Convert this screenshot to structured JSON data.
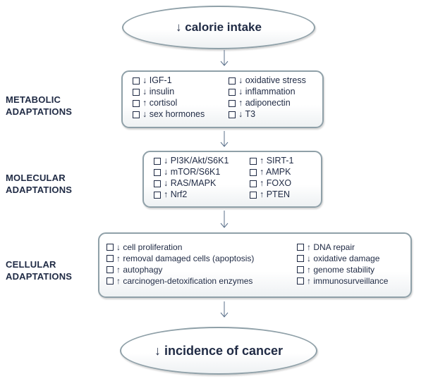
{
  "top_node": "↓ calorie intake",
  "bottom_node": "↓ incidence of cancer",
  "sections": {
    "metabolic": {
      "label": [
        "METABOLIC",
        "ADAPTATIONS"
      ],
      "left": [
        "↓ IGF-1",
        "↓ insulin",
        "↑ cortisol",
        "↓ sex hormones"
      ],
      "right": [
        "↓ oxidative stress",
        "↓ inflammation",
        "↑ adiponectin",
        "↓ T3"
      ]
    },
    "molecular": {
      "label": [
        "MOLECULAR",
        "ADAPTATIONS"
      ],
      "left": [
        "↓ PI3K/Akt/S6K1",
        "↓ mTOR/S6K1",
        "↓ RAS/MAPK",
        "↑ Nrf2"
      ],
      "right": [
        "↑ SIRT-1",
        "↑ AMPK",
        "↑ FOXO",
        "↑ PTEN"
      ]
    },
    "cellular": {
      "label": [
        "CELLULAR",
        "ADAPTATIONS"
      ],
      "left": [
        "↓ cell proliferation",
        "↑ removal damaged cells (apoptosis)",
        "↑ autophagy",
        "↑ carcinogen-detoxification enzymes"
      ],
      "right": [
        "↑ DNA repair",
        "↓ oxidative damage",
        "↑ genome stability",
        "↑ immunosurveillance"
      ]
    }
  },
  "colors": {
    "border": "#8fa0a8",
    "text": "#1f2a44",
    "arrow": "#5a6f8a"
  }
}
